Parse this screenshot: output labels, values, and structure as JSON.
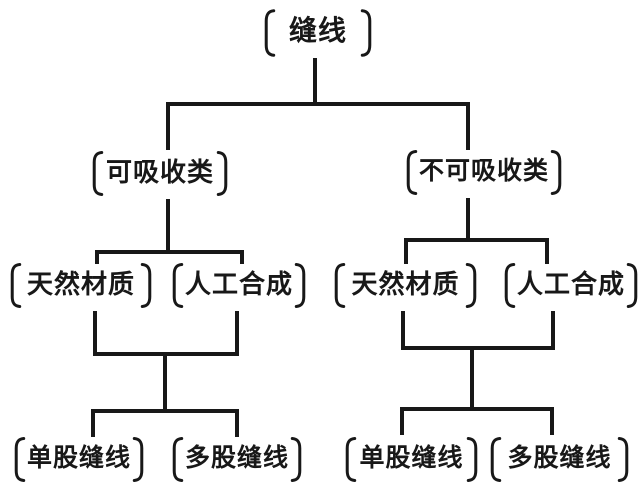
{
  "tree": {
    "root": "缝线",
    "branches": [
      {
        "category": "可吸收类",
        "materials": [
          "天然材质",
          "人工合成"
        ],
        "strands": [
          "单股缝线",
          "多股缝线"
        ]
      },
      {
        "category": "不可吸收类",
        "materials": [
          "天然材质",
          "人工合成"
        ],
        "strands": [
          "单股缝线",
          "多股缝线"
        ]
      }
    ]
  },
  "colors": {
    "background": "#ffffff",
    "line": "#181818",
    "text": "#181818"
  }
}
